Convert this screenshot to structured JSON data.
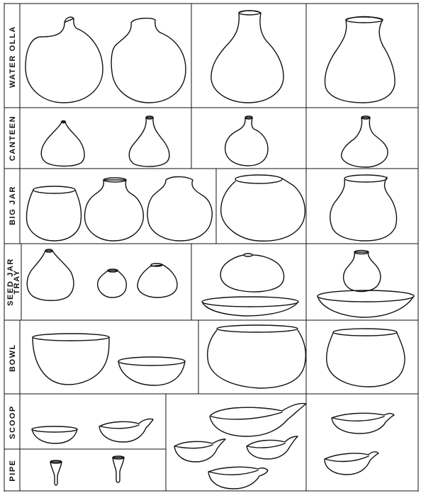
{
  "plate": {
    "rows": [
      {
        "id": "water-olla",
        "label": "WATER OLLA"
      },
      {
        "id": "canteen",
        "label": "CANTEEN"
      },
      {
        "id": "big-jar",
        "label": "BIG JAR"
      },
      {
        "id": "seed-jar",
        "label": "SEED JAR"
      },
      {
        "id": "tray",
        "label": "TRAY"
      },
      {
        "id": "bowl",
        "label": "BOWL"
      },
      {
        "id": "scoop",
        "label": "SCOOP"
      },
      {
        "id": "pipe",
        "label": "PIPE"
      }
    ]
  }
}
